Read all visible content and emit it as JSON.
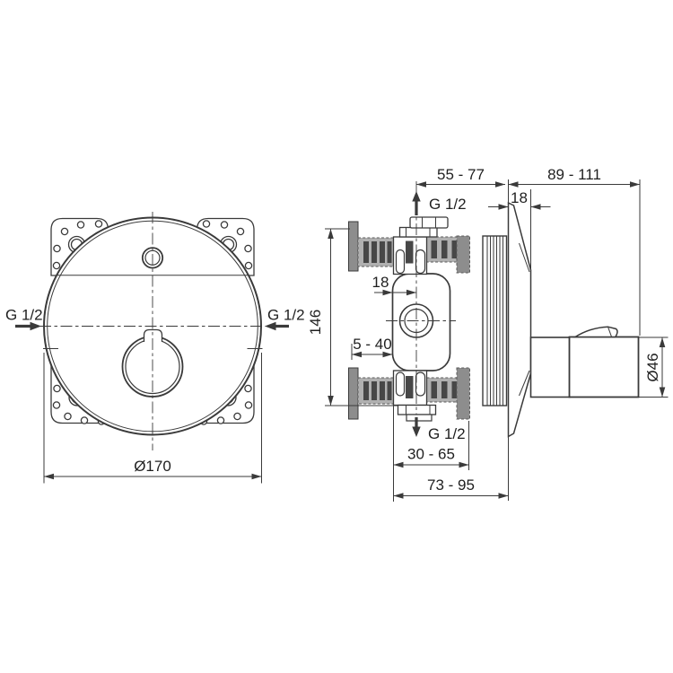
{
  "colors": {
    "line": "#3a3a3a",
    "pipe_fill": "#b0b0b0",
    "bar_fill": "#474747",
    "flange_fill": "#8d8d8d",
    "dash_color": "#5a5a5a",
    "text_color": "#1f1f1f",
    "bg": "#ffffff"
  },
  "front_view": {
    "thread_left": "G 1/2",
    "thread_right": "G 1/2",
    "dim_diameter": "Ø170"
  },
  "side_view": {
    "dim_depth_range": "55 - 77",
    "dim_handle_projection": "89 - 111",
    "dim_plate_thickness": "18",
    "thread_top": "G 1/2",
    "dim_height": "146",
    "dim_center_offset": "18",
    "dim_plaster_range": "5 - 40",
    "thread_bottom": "G 1/2",
    "dim_recess_range": "30 - 65",
    "dim_total_range": "73 - 95",
    "dim_handle_diameter": "Ø46"
  }
}
